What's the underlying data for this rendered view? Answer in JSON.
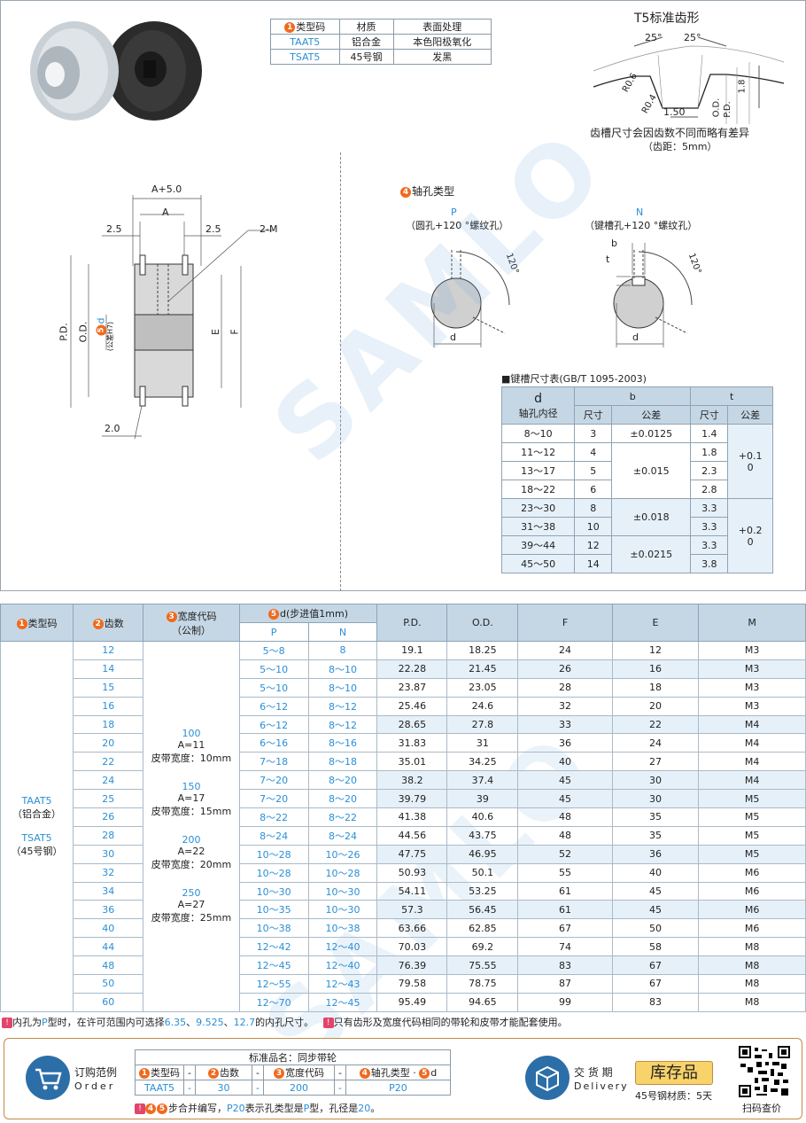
{
  "materials": {
    "headers": [
      "类型码",
      "材质",
      "表面处理"
    ],
    "rows": [
      [
        "TAAT5",
        "铝合金",
        "本色阳极氧化"
      ],
      [
        "TSAT5",
        "45号钢",
        "发黑"
      ]
    ]
  },
  "tooth": {
    "title": "T5标准齿形",
    "angle_a": "25°",
    "angle_b": "25°",
    "r06": "R0.6",
    "r04": "R0.4",
    "w150": "1.50",
    "od": "O.D.",
    "pd": "P.D.",
    "h18": "1.8",
    "note1": "齿槽尺寸会因齿数不同而略有差异",
    "note2": "（齿距：5mm）"
  },
  "drawing": {
    "a_plus": "A+5.0",
    "a": "A",
    "left25": "2.5",
    "right25": "2.5",
    "m2": "2-M",
    "pd": "P.D.",
    "od": "O.D.",
    "d": "d",
    "tol": "(公差H7)",
    "e": "E",
    "f": "F",
    "d20": "2.0"
  },
  "bore": {
    "title": "轴孔类型",
    "p_code": "P",
    "p_desc": "（圆孔+120 °螺纹孔）",
    "n_code": "N",
    "n_desc": "（键槽孔+120 °螺纹孔）",
    "angle": "120°",
    "d_label": "d",
    "b_label": "b",
    "t_label": "t"
  },
  "watermark": "SAMLO",
  "keyway": {
    "title": "■键槽尺寸表(GB/T 1095-2003)",
    "h_d": "d",
    "h_d_sub": "轴孔内径",
    "h_b": "b",
    "h_t": "t",
    "h_size": "尺寸",
    "h_tol": "公差",
    "rows": [
      {
        "d": "8～10",
        "b": "3",
        "bt": "±0.0125",
        "t": "1.4"
      },
      {
        "d": "11～12",
        "b": "4",
        "bt": "",
        "t": "1.8"
      },
      {
        "d": "13～17",
        "b": "5",
        "bt": "±0.015",
        "t": "2.3"
      },
      {
        "d": "18～22",
        "b": "6",
        "bt": "",
        "t": "2.8"
      },
      {
        "d": "23～30",
        "b": "8",
        "bt": "",
        "t": "3.3"
      },
      {
        "d": "31～38",
        "b": "10",
        "bt": "±0.018",
        "t": "3.3"
      },
      {
        "d": "39～44",
        "b": "12",
        "bt": "",
        "t": "3.3"
      },
      {
        "d": "45～50",
        "b": "14",
        "bt": "±0.0215",
        "t": "3.8"
      }
    ],
    "tt1a": "+0.1",
    "tt1b": "0",
    "tt2a": "+0.2",
    "tt2b": "0"
  },
  "main": {
    "h_type": "类型码",
    "h_teeth": "齿数",
    "h_width": "宽度代码",
    "h_width_sub": "（公制）",
    "h_d": "d(步进值1mm)",
    "h_p": "P",
    "h_n": "N",
    "h_pd": "P.D.",
    "h_od": "O.D.",
    "h_f": "F",
    "h_e": "E",
    "h_m": "M",
    "type_1": "TAAT5",
    "type_1_mat": "（铝合金）",
    "type_2": "TSAT5",
    "type_2_mat": "（45号钢）",
    "widths": [
      {
        "code": "100",
        "a": "A=11",
        "belt": "皮带宽度：10mm"
      },
      {
        "code": "150",
        "a": "A=17",
        "belt": "皮带宽度：15mm"
      },
      {
        "code": "200",
        "a": "A=22",
        "belt": "皮带宽度：20mm"
      },
      {
        "code": "250",
        "a": "A=27",
        "belt": "皮带宽度：25mm"
      }
    ],
    "rows": [
      [
        "12",
        "5～8",
        "8",
        "19.1",
        "18.25",
        "24",
        "12",
        "M3"
      ],
      [
        "14",
        "5～10",
        "8～10",
        "22.28",
        "21.45",
        "26",
        "16",
        "M3"
      ],
      [
        "15",
        "5～10",
        "8～10",
        "23.87",
        "23.05",
        "28",
        "18",
        "M3"
      ],
      [
        "16",
        "6～12",
        "8～12",
        "25.46",
        "24.6",
        "32",
        "20",
        "M3"
      ],
      [
        "18",
        "6～12",
        "8～12",
        "28.65",
        "27.8",
        "33",
        "22",
        "M4"
      ],
      [
        "20",
        "6～16",
        "8～16",
        "31.83",
        "31",
        "36",
        "24",
        "M4"
      ],
      [
        "22",
        "7～18",
        "8～18",
        "35.01",
        "34.25",
        "40",
        "27",
        "M4"
      ],
      [
        "24",
        "7～20",
        "8～20",
        "38.2",
        "37.4",
        "45",
        "30",
        "M4"
      ],
      [
        "25",
        "7～20",
        "8～20",
        "39.79",
        "39",
        "45",
        "30",
        "M5"
      ],
      [
        "26",
        "8～22",
        "8～22",
        "41.38",
        "40.6",
        "48",
        "35",
        "M5"
      ],
      [
        "28",
        "8～24",
        "8～24",
        "44.56",
        "43.75",
        "48",
        "35",
        "M5"
      ],
      [
        "30",
        "10～28",
        "10～26",
        "47.75",
        "46.95",
        "52",
        "36",
        "M5"
      ],
      [
        "32",
        "10～28",
        "10～28",
        "50.93",
        "50.1",
        "55",
        "40",
        "M6"
      ],
      [
        "34",
        "10～30",
        "10～30",
        "54.11",
        "53.25",
        "61",
        "45",
        "M6"
      ],
      [
        "36",
        "10～35",
        "10～30",
        "57.3",
        "56.45",
        "61",
        "45",
        "M6"
      ],
      [
        "40",
        "10～38",
        "10～38",
        "63.66",
        "62.85",
        "67",
        "50",
        "M6"
      ],
      [
        "44",
        "12～42",
        "12～40",
        "70.03",
        "69.2",
        "74",
        "58",
        "M8"
      ],
      [
        "48",
        "12～45",
        "12～40",
        "76.39",
        "75.55",
        "83",
        "67",
        "M8"
      ],
      [
        "50",
        "12～55",
        "12～43",
        "79.58",
        "78.75",
        "87",
        "67",
        "M8"
      ],
      [
        "60",
        "12～70",
        "12～45",
        "95.49",
        "94.65",
        "99",
        "83",
        "M8"
      ]
    ]
  },
  "notes": {
    "t1": "内孔为",
    "p": "P",
    "t2": "型时，在许可范围内可选择",
    "v1": "6.35",
    "s1": "、",
    "v2": "9.525",
    "s2": "、",
    "v3": "12.7",
    "t3": "的内孔尺寸。",
    "t4": "只有齿形及宽度代码相同的带轮和皮带才能配套使用。"
  },
  "order": {
    "title_cn": "订购范例",
    "title_en": "Order",
    "std_name": "标准品名：同步带轮",
    "h_type": "类型码",
    "h_teeth": "齿数",
    "h_width": "宽度代码",
    "h_bore": "轴孔类型 · ",
    "h_d": "d",
    "dash": "-",
    "v_type": "TAAT5",
    "v_teeth": "30",
    "v_width": "200",
    "v_bore": "P20",
    "foot1": "步合并编写，",
    "foot_p20": "P20",
    "foot2": "表示孔类型是",
    "foot_p": "P",
    "foot3": "型，孔径是",
    "foot_20": "20",
    "foot4": "。",
    "delivery_cn": "交 货 期",
    "delivery_en": "Delivery",
    "stock": "库存品",
    "delivery_note": "45号钢材质：5天",
    "qr_label": "扫码查价"
  }
}
